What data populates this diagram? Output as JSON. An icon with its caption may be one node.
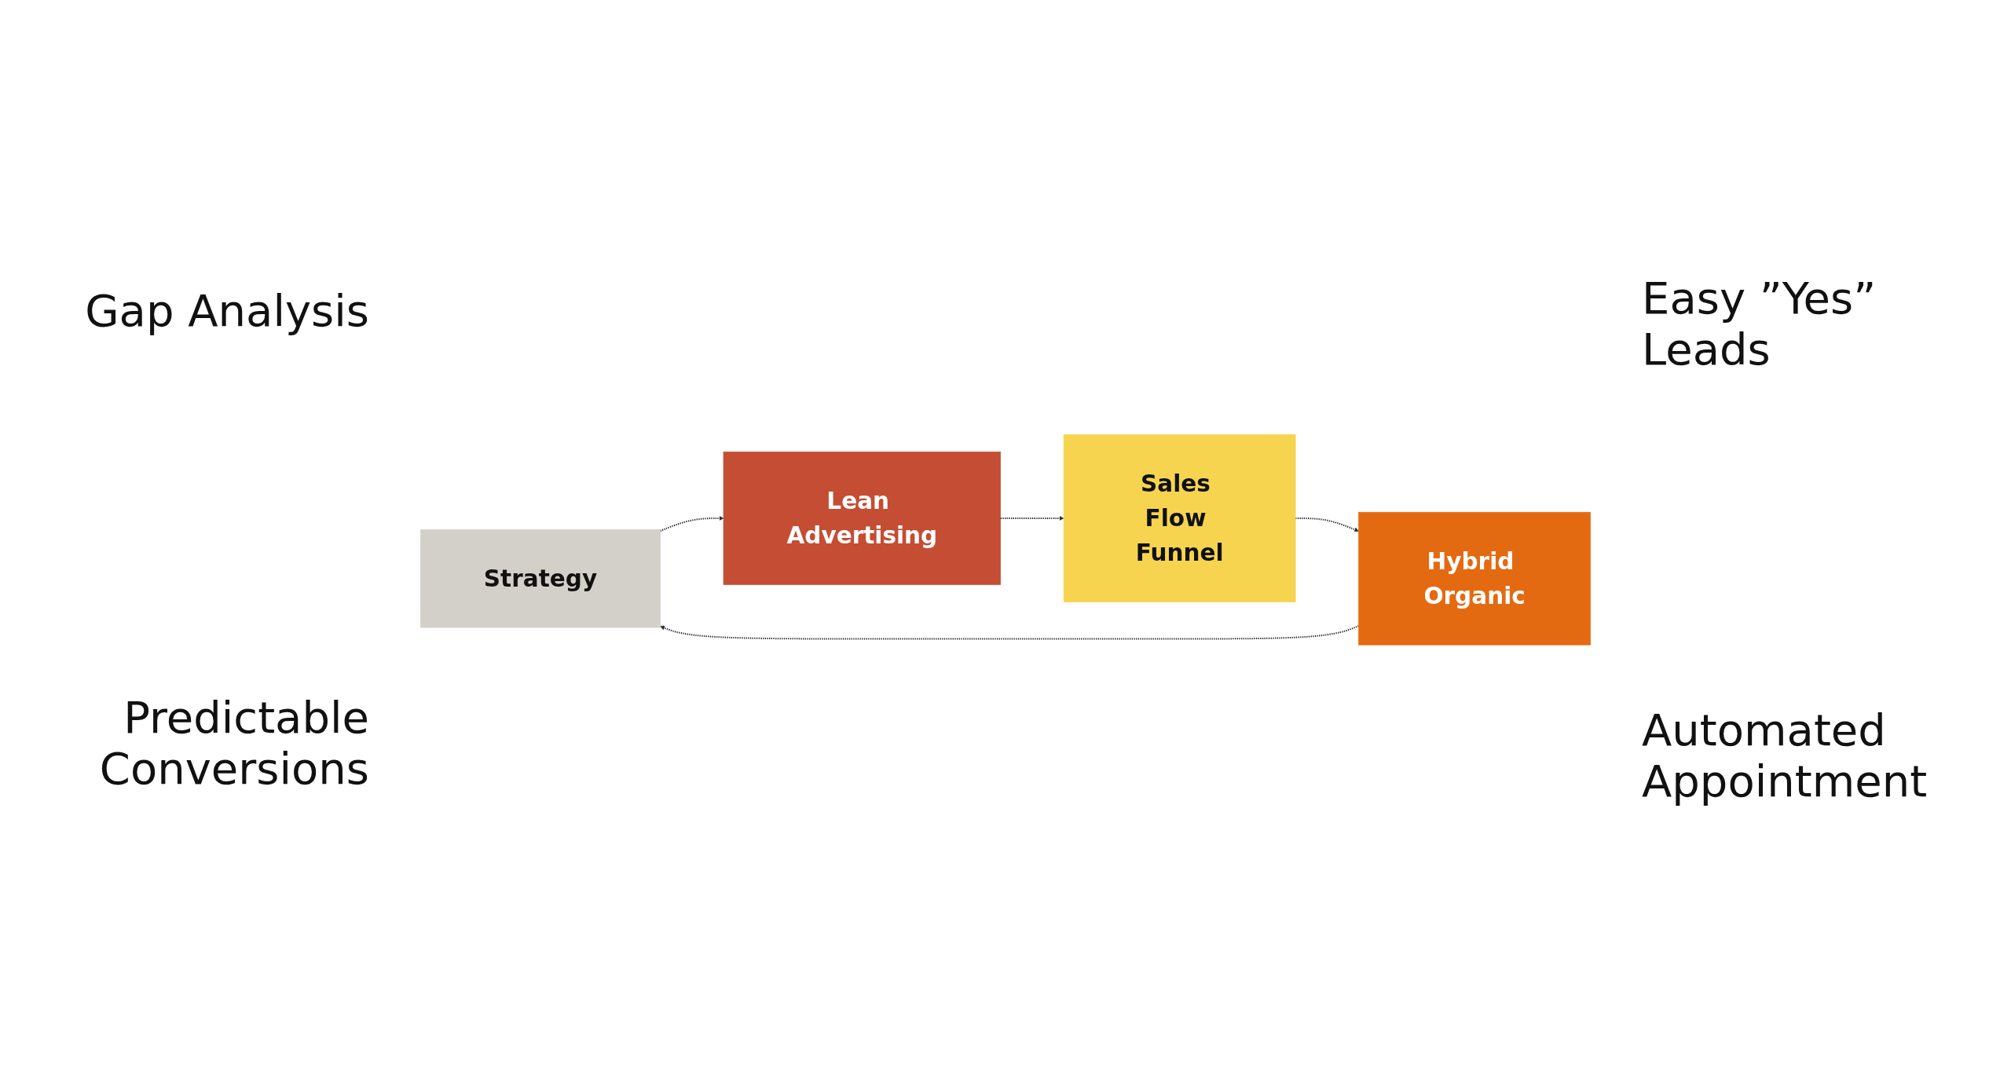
{
  "diagram": {
    "nodes": [
      {
        "text": [
          "Strategy"
        ]
      },
      {
        "text": [
          "Lean Advertising"
        ]
      },
      {
        "text": [
          "Hybrid Organic"
        ]
      },
      {
        "text": [
          "Sales Flow Funnel"
        ]
      }
    ],
    "edges": [
      {
        "from": 0,
        "to": 1,
        "arrow": "to",
        "style": "dashed"
      },
      {
        "from": 1,
        "to": 3,
        "arrow": "to",
        "style": "dashed"
      },
      {
        "from": 3,
        "to": 2,
        "arrow": "to",
        "style": "dashed"
      },
      {
        "from": 2,
        "to": 0,
        "arrow": "to",
        "style": "dashed"
      }
    ],
    "labels": [
      "Gap Analysis",
      "Easy ”Yes” Leads",
      "Predictable Conversions",
      "Automated Appointment"
    ]
  }
}
